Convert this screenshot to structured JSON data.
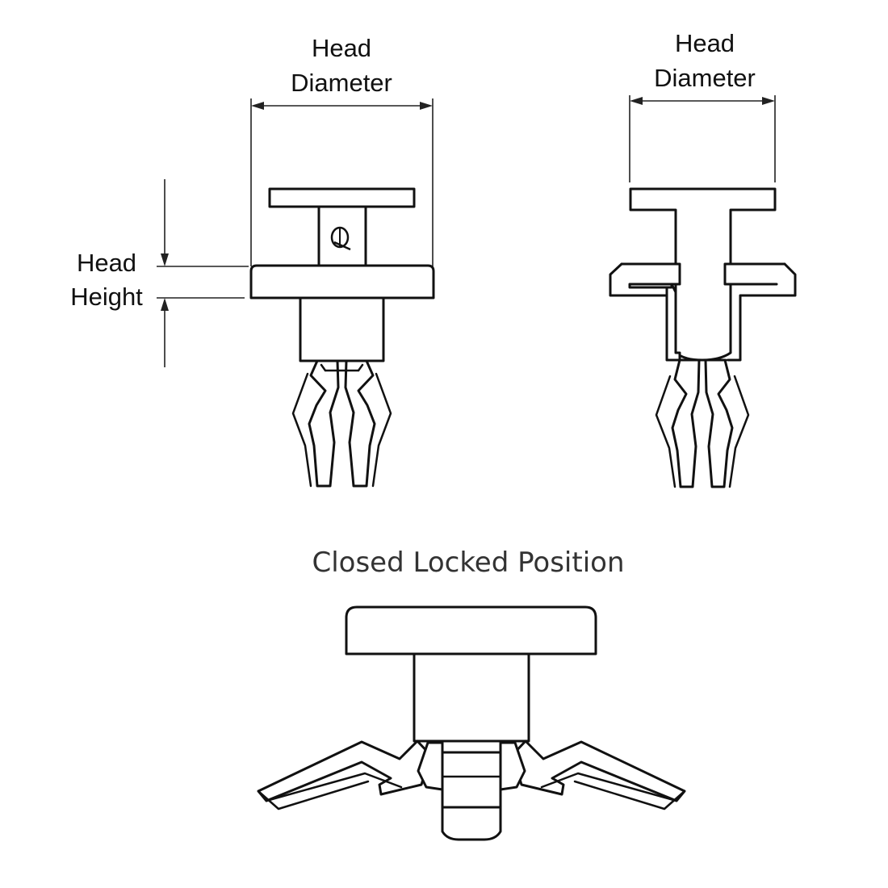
{
  "left_view": {
    "head_diameter_label": [
      "Head",
      "Diameter"
    ],
    "head_height_label": [
      "Head",
      "Height"
    ]
  },
  "right_view": {
    "head_diameter_label": [
      "Head",
      "Diameter"
    ]
  },
  "bottom_view": {
    "caption": "Closed Locked Position"
  },
  "colors": {
    "line": "#111111",
    "caption_text": "#333333",
    "background": "#ffffff"
  }
}
